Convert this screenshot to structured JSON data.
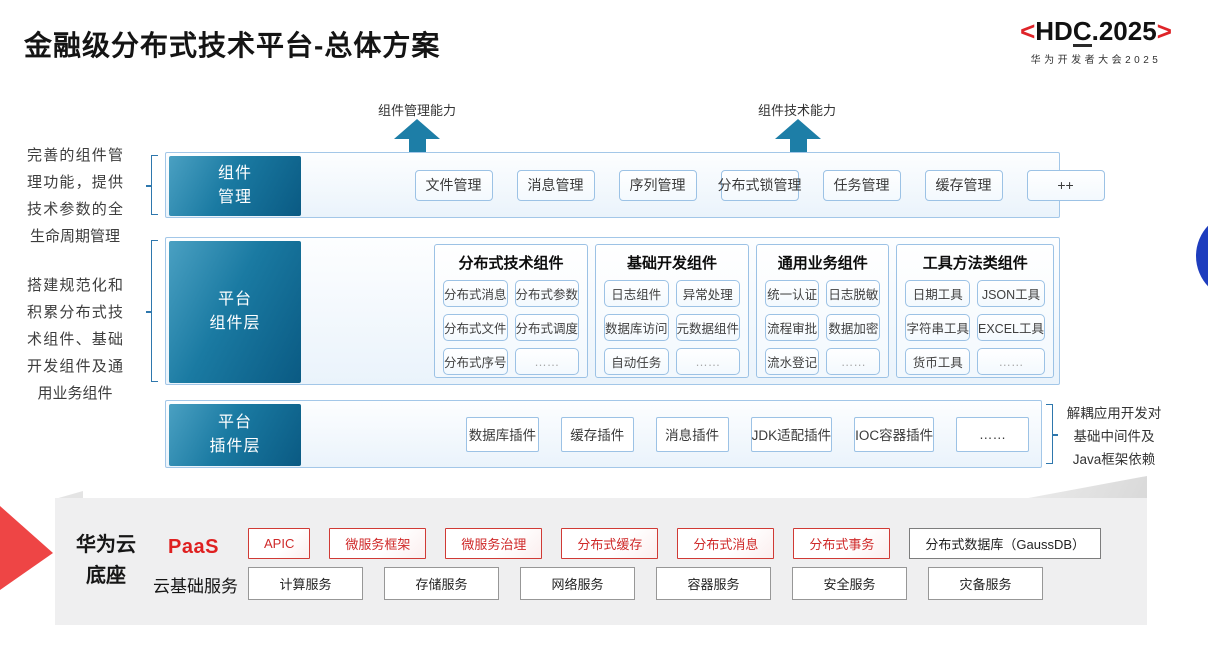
{
  "title": "金融级分布式技术平台-总体方案",
  "logo": {
    "open": "<",
    "hd": "HD",
    "c": "C",
    "rest": ".2025",
    "close": ">",
    "subtitle": "华为开发者大会2025",
    "red": "#df2429"
  },
  "arrows": [
    {
      "label": "组件管理能力"
    },
    {
      "label": "组件技术能力"
    }
  ],
  "left_notes": [
    {
      "text": "完善的组件管理功能，提供技术参数的全生命周期管理"
    },
    {
      "text": "搭建规范化和积累分布式技术组件、基础开发组件及通用业务组件"
    }
  ],
  "right_note": {
    "l1": "解耦应用开发对",
    "l2": "基础中间件及",
    "l3": "Java框架依赖"
  },
  "rows": {
    "component_mgmt": {
      "label_line1": "组件",
      "label_line2": "管理",
      "items": [
        "文件管理",
        "消息管理",
        "序列管理",
        "分布式锁管理",
        "任务管理",
        "缓存管理",
        "++"
      ]
    },
    "platform_components": {
      "label_line1": "平台",
      "label_line2": "组件层",
      "groups": [
        {
          "title": "分布式技术组件",
          "items": [
            "分布式消息",
            "分布式参数",
            "分布式文件",
            "分布式调度",
            "分布式序号",
            "……"
          ]
        },
        {
          "title": "基础开发组件",
          "items": [
            "日志组件",
            "异常处理",
            "数据库访问",
            "元数据组件",
            "自动任务",
            "……"
          ]
        },
        {
          "title": "通用业务组件",
          "items": [
            "统一认证",
            "日志脱敏",
            "流程审批",
            "数据加密",
            "流水登记",
            "……"
          ]
        },
        {
          "title": "工具方法类组件",
          "items": [
            "日期工具",
            "JSON工具",
            "字符串工具",
            "EXCEL工具",
            "货币工具",
            "……"
          ]
        }
      ]
    },
    "platform_plugins": {
      "label_line1": "平台",
      "label_line2": "插件层",
      "items": [
        "数据库插件",
        "缓存插件",
        "消息插件",
        "JDK适配插件",
        "IOC容器插件",
        "……"
      ]
    }
  },
  "foundation": {
    "label_line1": "华为云",
    "label_line2": "底座",
    "paas_label": "PaaS",
    "paas_items": [
      "APIC",
      "微服务框架",
      "微服务治理",
      "分布式缓存",
      "分布式消息",
      "分布式事务"
    ],
    "gaussdb_item": "分布式数据库（GaussDB）",
    "iaas_label": "云基础服务",
    "iaas_items": [
      "计算服务",
      "存储服务",
      "网络服务",
      "容器服务",
      "安全服务",
      "灾备服务"
    ]
  },
  "colors": {
    "teal_layer": "#16789f",
    "arrow_teal": "#1d7ea7",
    "border_blue": "#9cc2e5",
    "brand_red": "#df2429",
    "paas_red": "#cf2a2a",
    "panel_gray": "#efeff0",
    "circle_blue": "#1e3dbe"
  }
}
